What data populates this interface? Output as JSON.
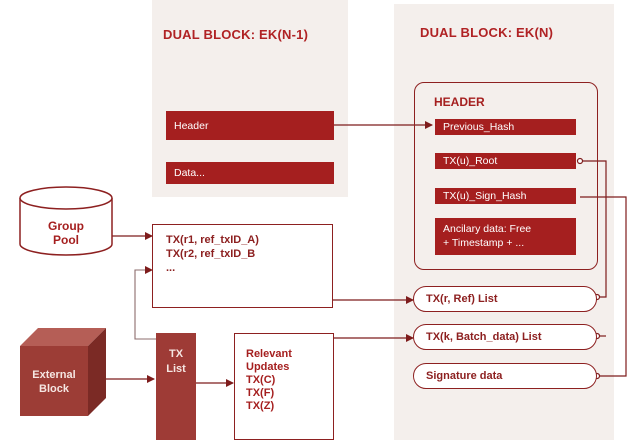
{
  "left_block": {
    "title": "DUAL BLOCK: EK(N-1)",
    "header_bar": "Header",
    "data_bar": "Data..."
  },
  "right_block": {
    "title": "DUAL BLOCK: EK(N)",
    "header_label": "HEADER",
    "fields": [
      "Previous_Hash",
      "TX(u)_Root",
      "TX(u)_Sign_Hash"
    ],
    "ancillary_lines": [
      "Ancilary data: Free",
      "+ Timestamp + ..."
    ],
    "lists": [
      "TX(r, Ref) List",
      "TX(k, Batch_data) List",
      "Signature data"
    ]
  },
  "group_pool": {
    "lines": [
      "Group",
      "Pool"
    ]
  },
  "tx_ref_box": {
    "lines": [
      "TX(r1, ref_txID_A)",
      "TX(r2, ref_txID_B",
      "..."
    ]
  },
  "external_block": {
    "lines": [
      "External",
      "Block"
    ]
  },
  "tx_list": {
    "lines": [
      "TX",
      "List"
    ]
  },
  "updates": {
    "lines": [
      "Relevant",
      "Updates",
      "TX(C)",
      "TX(F)",
      "TX(Z)"
    ]
  },
  "colors": {
    "accent_red": "#a51f1f",
    "outline_red": "#8d2020",
    "panel_bg": "#f4efec",
    "block_brown": "#9e3b36"
  }
}
